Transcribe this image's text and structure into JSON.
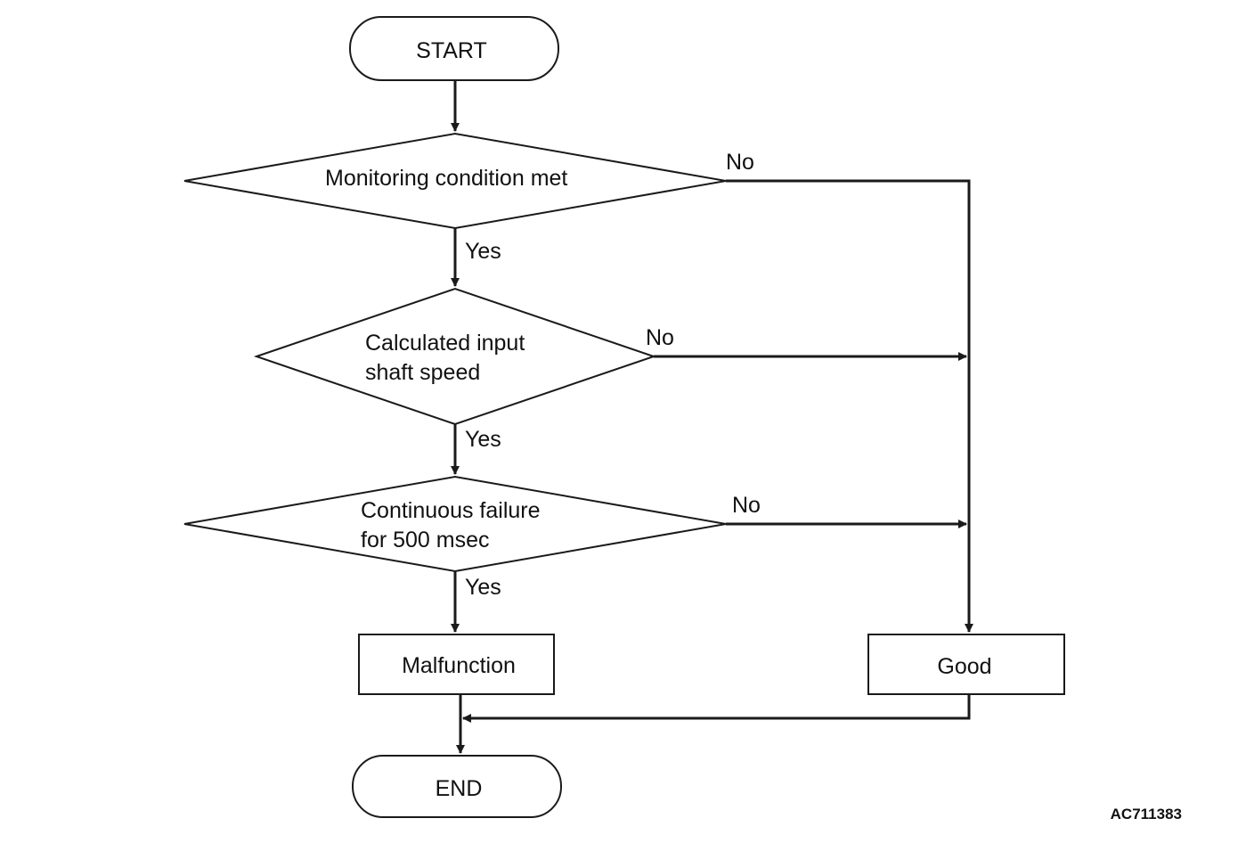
{
  "nodes": {
    "start": "START",
    "decision_1": [
      "Monitoring condition met"
    ],
    "decision_2": [
      "Calculated input",
      "shaft speed"
    ],
    "decision_3": [
      "Continuous failure",
      "for 500 msec"
    ],
    "malfunction": "Malfunction",
    "good": "Good",
    "end": "END"
  },
  "branch_labels": {
    "d1_no": "No",
    "d1_yes": "Yes",
    "d2_no": "No",
    "d2_yes": "Yes",
    "d3_no": "No",
    "d3_yes": "Yes"
  },
  "figure_code": "AC711383"
}
